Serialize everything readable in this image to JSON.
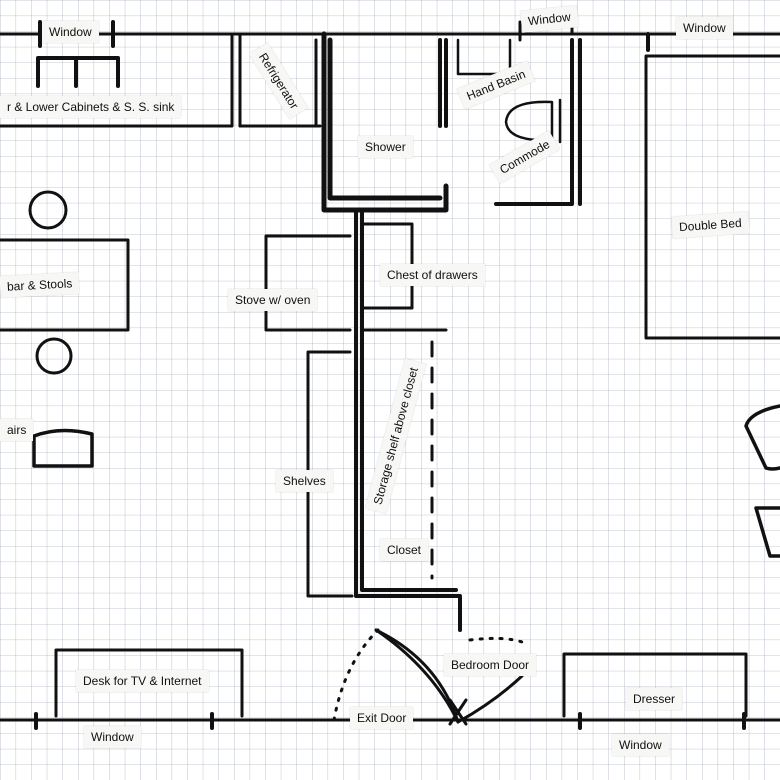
{
  "plan": {
    "labels": {
      "window_top_left": "Window",
      "window_top_mid": "Window",
      "window_top_right": "Window",
      "window_bottom_left": "Window",
      "window_bottom_right": "Window",
      "cabinets_sink": "r & Lower Cabinets & S. S. sink",
      "refrigerator": "Refrigerator",
      "shower": "Shower",
      "hand_basin": "Hand Basin",
      "commode": "Commode",
      "double_bed": "Double Bed",
      "bar_stools": "bar & Stools",
      "stove_oven": "Stove w/ oven",
      "chest_of_drawers": "Chest of drawers",
      "storage_shelf": "Storage shelf above closet",
      "chairs": "airs",
      "shelves": "Shelves",
      "closet": "Closet",
      "desk": "Desk for TV  & Internet",
      "exit_door": "Exit Door",
      "bedroom_door": "Bedroom Door",
      "dresser": "Dresser"
    }
  }
}
